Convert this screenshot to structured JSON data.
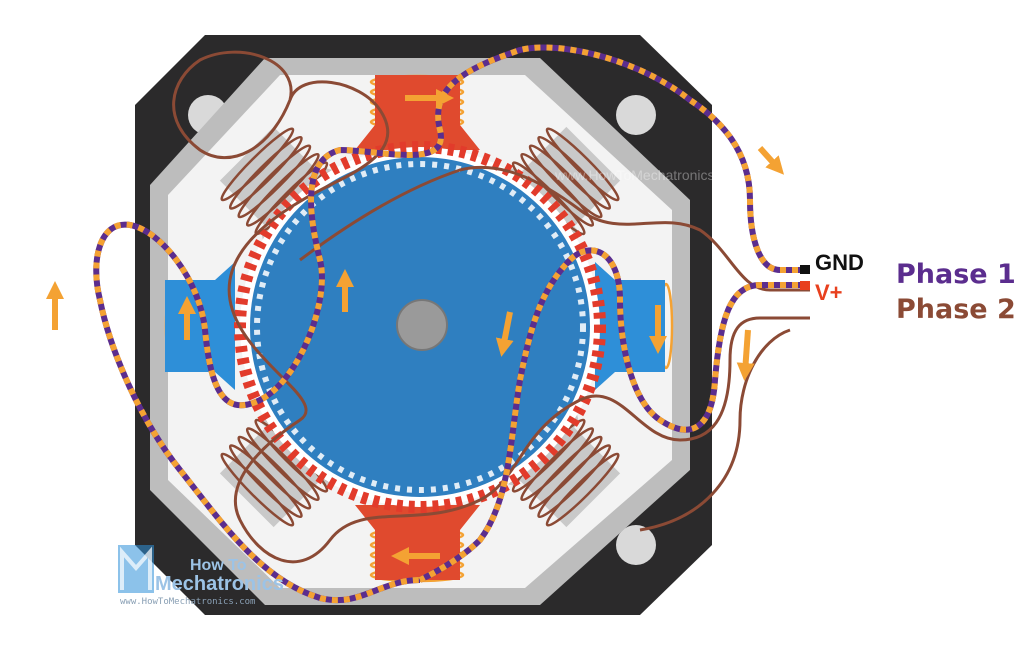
{
  "labels": {
    "gnd": "GND",
    "vplus": "V+",
    "phase1": "Phase 1",
    "phase2": "Phase 2"
  },
  "watermark": {
    "line1": "How To",
    "line2": "Mechatronics",
    "url": "www.HowToMechatronics.com",
    "center_text": "www.HowToMechatronics.com"
  },
  "colors": {
    "housing": "#2b2a2b",
    "stator_plate": "#bdbdbd",
    "stator_inner": "#f4f4f4",
    "rotor": "#2f7fc0",
    "rotor_teeth": "#e23b2b",
    "active_pole_red": "#e04a2e",
    "active_pole_blue": "#2e8fd8",
    "coil_orange": "#f4a233",
    "phase1_wire_dash": "#f4a233",
    "phase1_wire_base": "#5b2d8e",
    "phase2_wire": "#8b4a35",
    "phase1_text": "#5b2d8e",
    "phase2_text": "#8b4a35",
    "vplus_text": "#e8401e",
    "gnd_text": "#111111",
    "arrow": "#f4a233"
  },
  "icons": {
    "current_arrow": "arrow-icon",
    "logo": "howtomechatronics-logo"
  }
}
